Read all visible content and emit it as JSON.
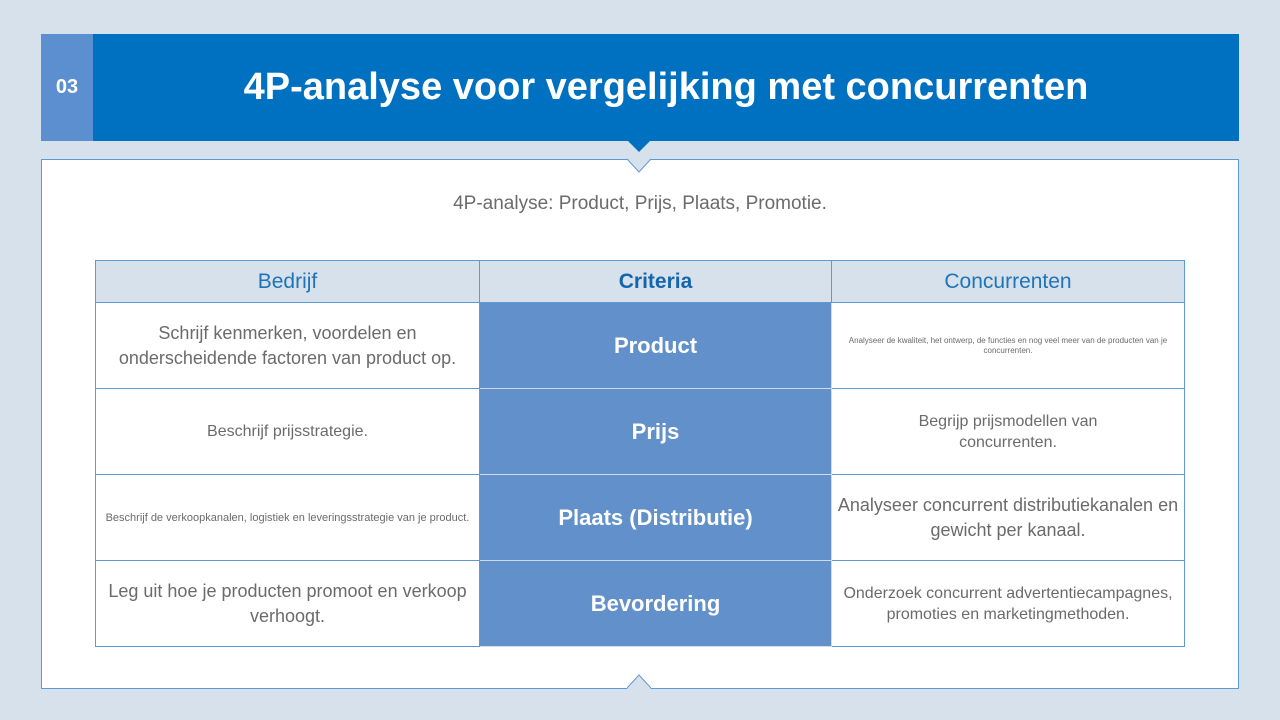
{
  "header": {
    "number": "03",
    "title": "4P-analyse voor vergelijking met concurrenten",
    "accent_color": "#0070c0",
    "number_bg_color": "#5b8fcf"
  },
  "subtitle": "4P-analyse: Product, Prijs, Plaats, Promotie.",
  "table": {
    "columns": [
      "Bedrijf",
      "Criteria",
      "Concurrenten"
    ],
    "rows": [
      {
        "bedrijf": "Schrijf kenmerken, voordelen en onderscheidende factoren van product op.",
        "criteria": "Product",
        "concurrenten": "Analyseer de kwaliteit, het ontwerp, de functies en nog veel meer van de producten van je concurrenten."
      },
      {
        "bedrijf": "Beschrijf prijsstrategie.",
        "criteria": "Prijs",
        "concurrenten": "Begrijp prijsmodellen van concurrenten."
      },
      {
        "bedrijf": "Beschrijf de verkoopkanalen, logistiek en leveringsstrategie van je product.",
        "criteria": "Plaats (Distributie)",
        "concurrenten": "Analyseer concurrent distributiekanalen en gewicht per kanaal."
      },
      {
        "bedrijf": "Leg uit hoe je producten promoot en verkoop verhoogt.",
        "criteria": "Bevordering",
        "concurrenten": "Onderzoek concurrent advertentiecampagnes, promoties en marketingmethoden."
      }
    ]
  }
}
